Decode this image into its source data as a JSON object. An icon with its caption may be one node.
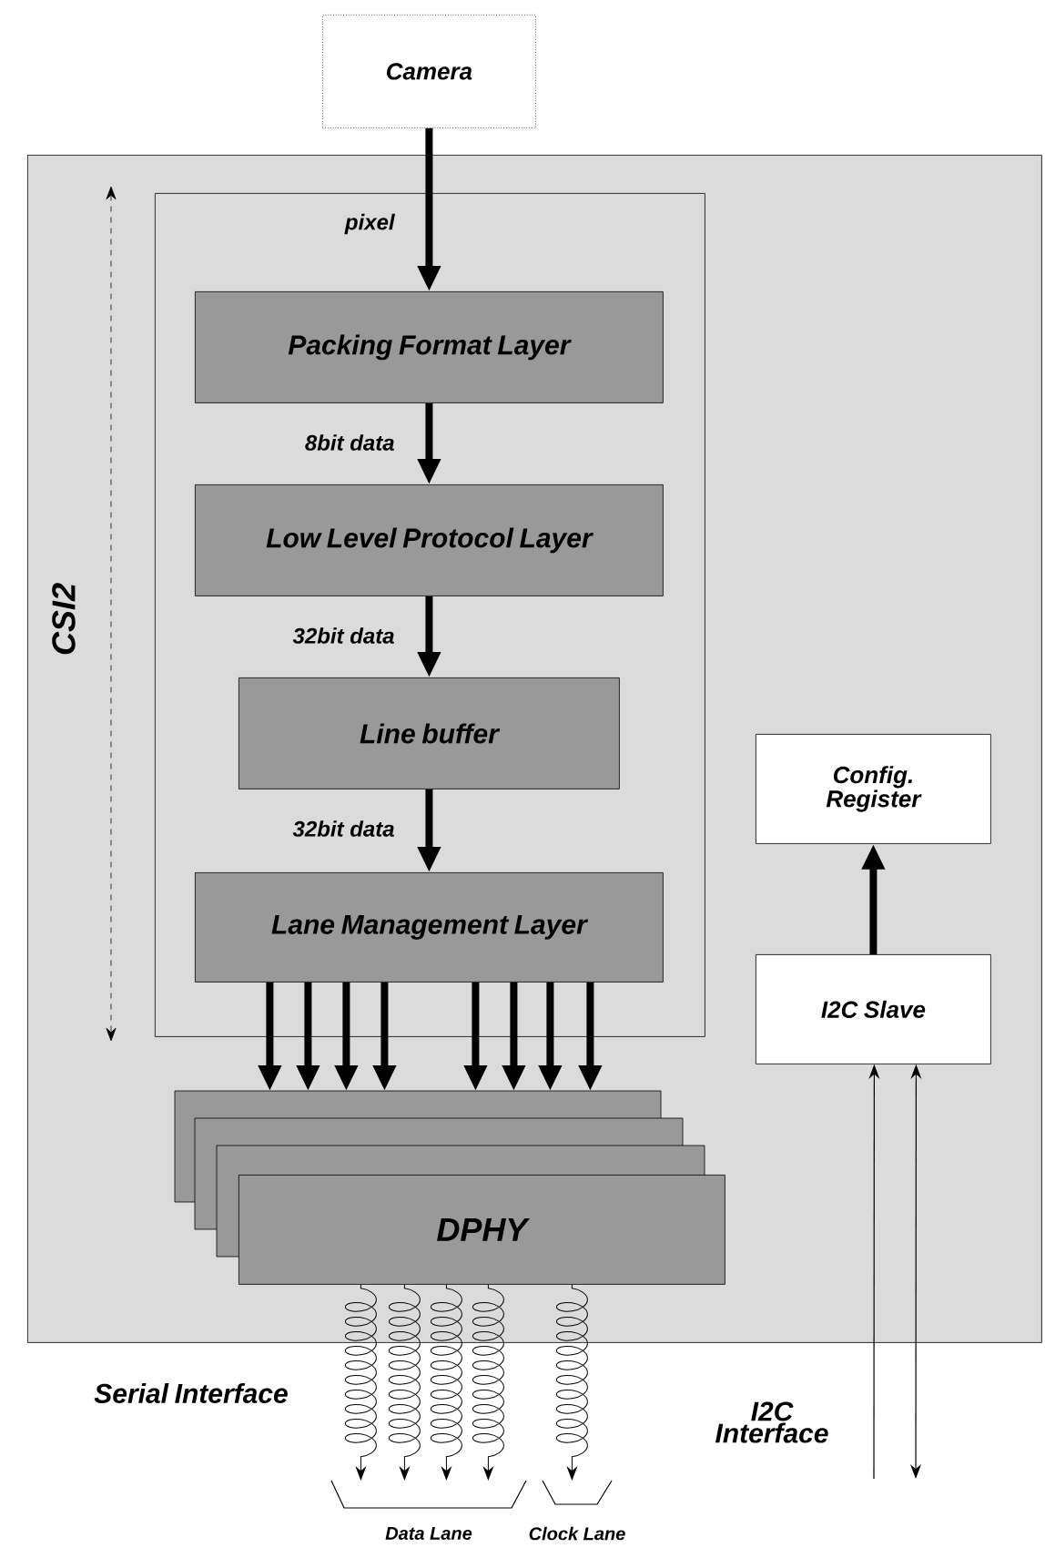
{
  "diagram": {
    "nodes": [
      {
        "text": [
          "Camera"
        ]
      },
      {
        "text": [],
        "shape": "box"
      },
      {
        "text": [],
        "shape": "box",
        "in": 1,
        "beside": [
          "CSI2"
        ]
      },
      {
        "text": [
          "Packing Format Layer"
        ],
        "in": 2
      },
      {
        "text": [
          "Low Level Protocol Layer"
        ],
        "in": 2
      },
      {
        "text": [
          "Line buffer"
        ],
        "in": 2
      },
      {
        "text": [
          "Lane Management Layer"
        ],
        "in": 2
      },
      {
        "text": [
          "DPHY"
        ],
        "in": 1
      },
      {
        "text": [
          "Config. Register"
        ],
        "in": 1
      },
      {
        "text": [
          "I2C Slave"
        ],
        "in": 1
      },
      {
        "text": [
          "Data Lane"
        ]
      },
      {
        "text": [
          "Clock Lane"
        ]
      }
    ],
    "edges": [
      {
        "from": 0,
        "to": 3,
        "arrow": "to",
        "label": "pixel"
      },
      {
        "from": 3,
        "to": 4,
        "arrow": "to",
        "label": "8bit data"
      },
      {
        "from": 4,
        "to": 5,
        "arrow": "to",
        "label": "32bit data"
      },
      {
        "from": 5,
        "to": 6,
        "arrow": "to",
        "label": "32bit data"
      },
      {
        "from": 6,
        "to": 7,
        "arrow": "to"
      },
      {
        "from": 6,
        "to": 7,
        "arrow": "to"
      },
      {
        "from": 6,
        "to": 7,
        "arrow": "to"
      },
      {
        "from": 6,
        "to": 7,
        "arrow": "to"
      },
      {
        "from": 6,
        "to": 7,
        "arrow": "to"
      },
      {
        "from": 6,
        "to": 7,
        "arrow": "to"
      },
      {
        "from": 6,
        "to": 7,
        "arrow": "to"
      },
      {
        "from": 6,
        "to": 7,
        "arrow": "to"
      },
      {
        "from": 9,
        "to": 8,
        "arrow": "to"
      },
      {
        "from": 7,
        "to": 10,
        "arrow": "to"
      },
      {
        "from": 7,
        "to": 10,
        "arrow": "to"
      },
      {
        "from": 7,
        "to": 10,
        "arrow": "to"
      },
      {
        "from": 7,
        "to": 10,
        "arrow": "to"
      },
      {
        "from": 7,
        "to": 11,
        "arrow": "to"
      },
      {
        "from": null,
        "to": 9,
        "arrow": "to"
      },
      {
        "from": null,
        "to": 9,
        "arrow": "both"
      }
    ],
    "labels": [
      "Serial Interface",
      "I2C Interface"
    ]
  }
}
